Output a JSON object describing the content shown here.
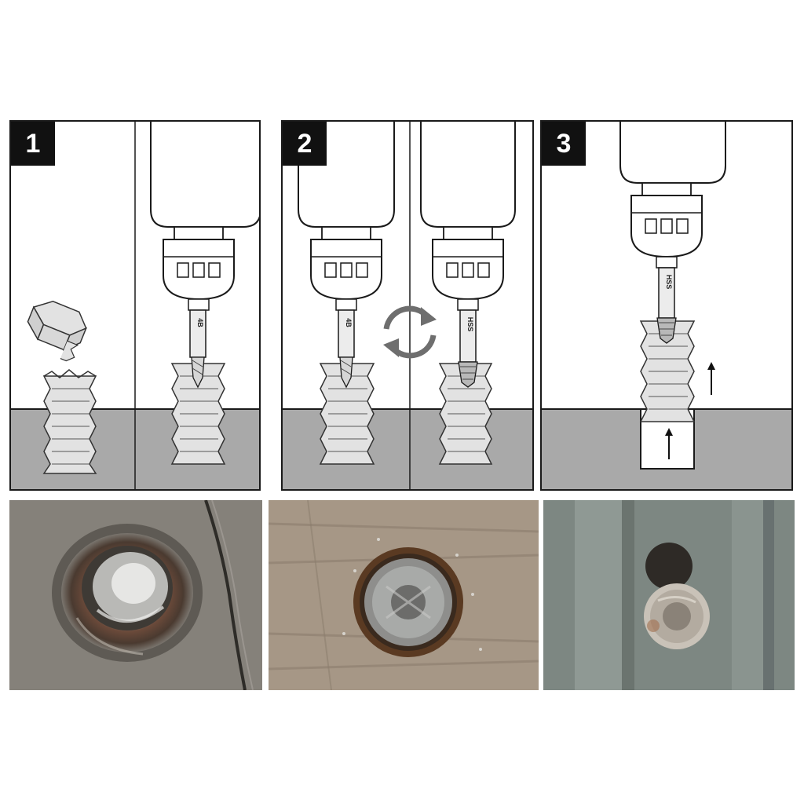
{
  "steps": [
    {
      "number": "1",
      "bit_label": "4B"
    },
    {
      "number": "2",
      "bit_label_left": "4B",
      "bit_label_right": "HSS"
    },
    {
      "number": "3",
      "bit_label": "HSS"
    }
  ],
  "colors": {
    "frame": "#1a1a1a",
    "ground": "#a9a9a9",
    "screw": "#e2e2e2",
    "badge": "#111111",
    "arrow": "#6e6e6e"
  },
  "icons": [
    "rotate-arrows-icon",
    "up-arrow-icon"
  ]
}
